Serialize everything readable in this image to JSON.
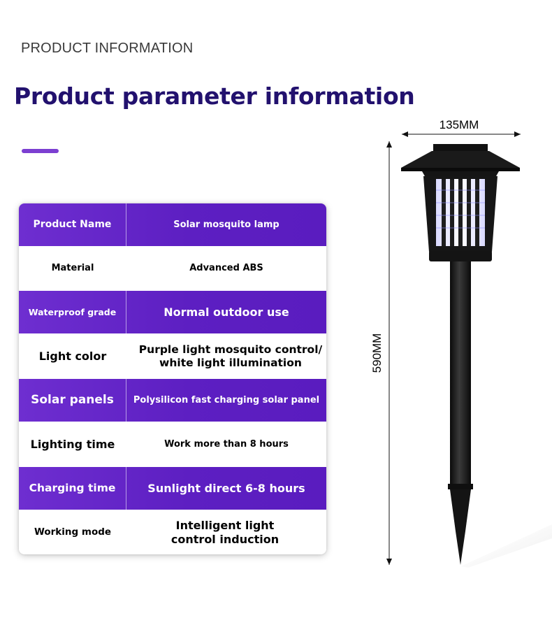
{
  "header": {
    "eyebrow": "PRODUCT INFORMATION",
    "title": "Product parameter information"
  },
  "table": {
    "rows": [
      {
        "label": "Product Name",
        "value": "Solar mosquito lamp",
        "style": "purple"
      },
      {
        "label": "Material",
        "value": "Advanced ABS",
        "style": "white"
      },
      {
        "label": "Waterproof grade",
        "value": "Normal outdoor use",
        "style": "purple"
      },
      {
        "label": "Light color",
        "value": "Purple light mosquito control/ white light illumination",
        "style": "white"
      },
      {
        "label": "Solar panels",
        "value": "Polysilicon fast charging solar panel",
        "style": "purple"
      },
      {
        "label": "Lighting time",
        "value": "Work more than 8 hours",
        "style": "white"
      },
      {
        "label": "Charging time",
        "value": "Sunlight direct 6-8 hours",
        "style": "purple"
      },
      {
        "label": "Working mode",
        "value": "Intelligent light control induction",
        "style": "white"
      }
    ]
  },
  "dimensions": {
    "width": "135MM",
    "height": "590MM"
  },
  "colors": {
    "title": "#22116e",
    "accent": "#7c3fd1",
    "row_purple": "#5d1fc2"
  }
}
